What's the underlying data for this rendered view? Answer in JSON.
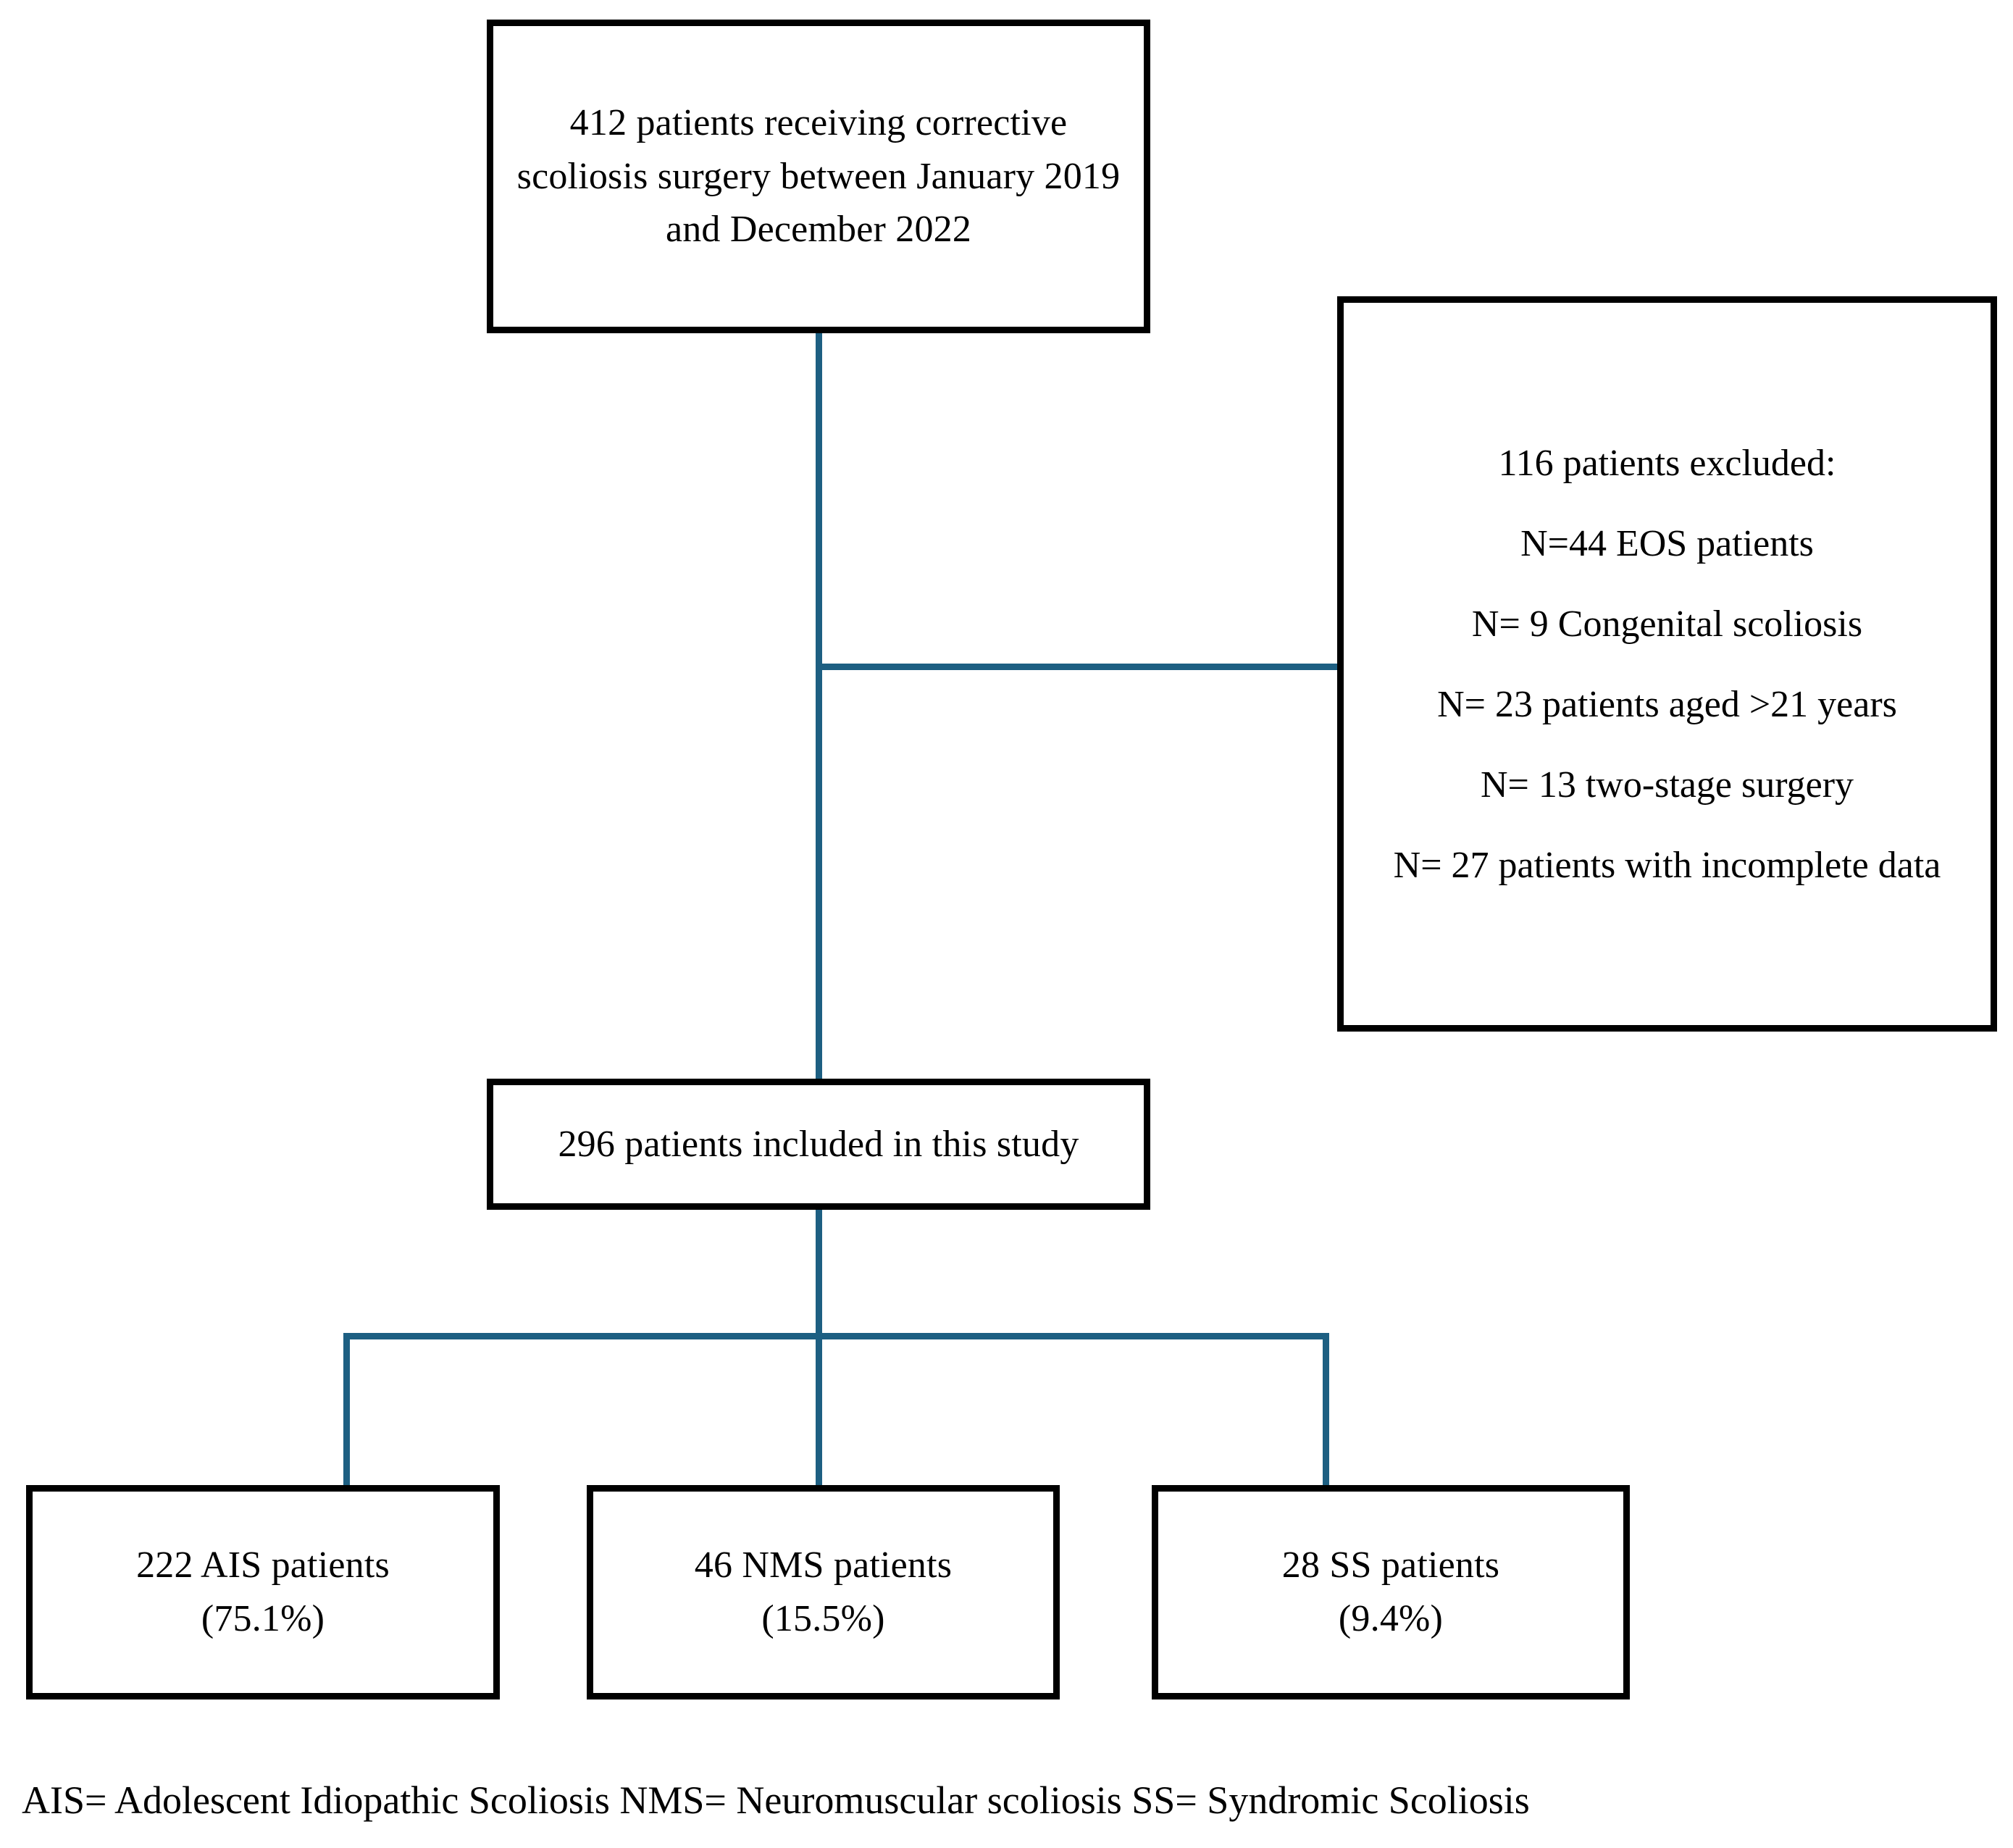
{
  "figure": {
    "type": "prisma-style-patient-selection-flowchart",
    "colors": {
      "connector": "#1d5f82",
      "box_border": "#000000",
      "background": "#ffffff",
      "text": "#000000"
    }
  },
  "nodes": {
    "source": {
      "id": "source-cohort",
      "text": "412 patients receiving corrective scoliosis surgery between January 2019 and December 2022",
      "count": 412
    },
    "excluded": {
      "id": "excluded-cohort",
      "heading": "116 patients excluded:",
      "count": 116,
      "reasons": [
        {
          "label": "N=44 EOS patients",
          "n": 44,
          "reason": "EOS patients"
        },
        {
          "label": "N= 9 Congenital scoliosis",
          "n": 9,
          "reason": "Congenital scoliosis"
        },
        {
          "label": "N= 23 patients aged >21 years",
          "n": 23,
          "reason": "patients aged >21 years"
        },
        {
          "label": "N= 13 two-stage surgery",
          "n": 13,
          "reason": "two-stage surgery"
        },
        {
          "label": "N= 27 patients with incomplete data",
          "n": 27,
          "reason": "patients with incomplete data"
        }
      ]
    },
    "included": {
      "id": "included-cohort",
      "text": "296 patients included in this study",
      "count": 296
    },
    "groups": [
      {
        "id": "ais",
        "text": "222 AIS patients\n(75.1%)",
        "count": 222,
        "percent": 75.1,
        "abbrev": "AIS"
      },
      {
        "id": "nms",
        "text": "46 NMS patients\n(15.5%)",
        "count": 46,
        "percent": 15.5,
        "abbrev": "NMS"
      },
      {
        "id": "ss",
        "text": "28 SS patients\n(9.4%)",
        "count": 28,
        "percent": 9.4,
        "abbrev": "SS"
      }
    ]
  },
  "footnote": {
    "text": "AIS= Adolescent Idiopathic Scoliosis NMS= Neuromuscular scoliosis SS= Syndromic Scoliosis",
    "definitions": [
      {
        "abbrev": "AIS",
        "expansion": "Adolescent Idiopathic Scoliosis"
      },
      {
        "abbrev": "NMS",
        "expansion": "Neuromuscular scoliosis"
      },
      {
        "abbrev": "SS",
        "expansion": "Syndromic Scoliosis"
      }
    ]
  },
  "chart_data": {
    "type": "diagram",
    "title": "Patient selection flowchart",
    "flow": [
      {
        "step": 1,
        "node": "source",
        "n": 412,
        "label": "412 patients receiving corrective scoliosis surgery between January 2019 and December 2022"
      },
      {
        "step": 2,
        "node": "excluded",
        "n": 116,
        "label": "116 patients excluded"
      },
      {
        "step": 3,
        "node": "included",
        "n": 296,
        "label": "296 patients included in this study"
      },
      {
        "step": 4,
        "node": "ais",
        "n": 222,
        "percent": 75.1,
        "label": "222 AIS patients (75.1%)"
      },
      {
        "step": 4,
        "node": "nms",
        "n": 46,
        "percent": 15.5,
        "label": "46 NMS patients (15.5%)"
      },
      {
        "step": 4,
        "node": "ss",
        "n": 28,
        "percent": 9.4,
        "label": "28 SS patients (9.4%)"
      }
    ],
    "edges": [
      {
        "from": "source",
        "to": "excluded"
      },
      {
        "from": "source",
        "to": "included"
      },
      {
        "from": "included",
        "to": "ais"
      },
      {
        "from": "included",
        "to": "nms"
      },
      {
        "from": "included",
        "to": "ss"
      }
    ]
  }
}
